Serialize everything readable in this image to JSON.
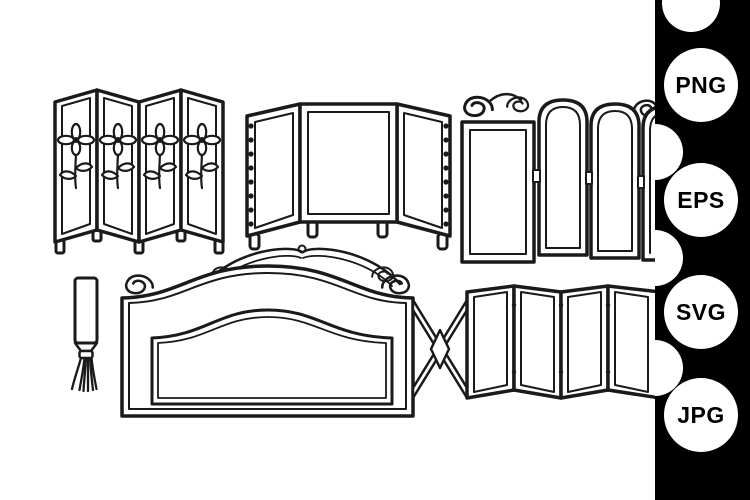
{
  "meta": {
    "description": "Black-and-white line-art clipart set of folding screens and room dividers, preview image with file format badges"
  },
  "colors": {
    "canvas": "#ffffff",
    "line": "#1a1a1a",
    "sidebar_bg": "#000000",
    "badge_bg": "#ffffff",
    "badge_text": "#000000"
  },
  "artwork": {
    "items": [
      {
        "name": "four-panel-floral-folding-screen"
      },
      {
        "name": "three-panel-vanity-screen-with-studs"
      },
      {
        "name": "arched-folding-screen-with-scrolls"
      },
      {
        "name": "hanging-tassel"
      },
      {
        "name": "ornate-headboard-panel"
      },
      {
        "name": "four-panel-folding-screen-with-scissor-hinge"
      }
    ]
  },
  "sidebar": {
    "formats": [
      {
        "label": "PNG"
      },
      {
        "label": "EPS"
      },
      {
        "label": "SVG"
      },
      {
        "label": "JPG"
      }
    ]
  }
}
